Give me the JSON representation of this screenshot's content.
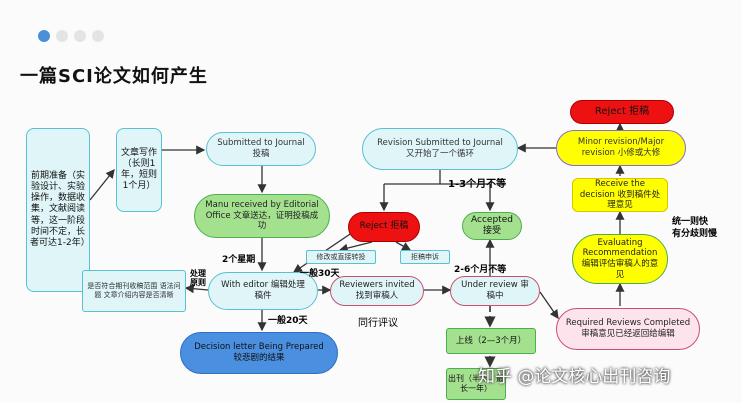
{
  "title": "一篇SCI论文如何产生",
  "boxes": {
    "prep": "前期准备（实验设计、实验操作，数据收集，文献阅读等，这一阶段时间不定，长者可达1-2年）",
    "writing": "文章写作（长则1年，短则1个月）",
    "submitted": "Submitted to Journal 投稿",
    "manu_received": "Manu received by Editorial Office 文章送达，证明投稿成功",
    "with_editor": "With editor 编辑处理稿件",
    "decision_letter": "Decision letter Being Prepared 较悲剧的结果",
    "reviewers_invited": "Reviewers invited 找到审稿人",
    "under_review": "Under review 审稿中",
    "required_reviews": "Required Reviews Completed 审稿意见已经返回给编辑",
    "evaluating": "Evaluating Recommendation 编辑评估审稿人的意见",
    "receive_decision": "Receive the decision 收到稿件处理意见",
    "minor_major": "Minor revision/Major revision 小修或大修",
    "reject_top": "Reject 拒稿",
    "revision_submitted": "Revision Submitted to Journal 又开始了一个循环",
    "reject_mid": "Reject 拒稿",
    "accepted": "Accepted 接受",
    "modify": "修改或直接转投",
    "refuse_appeal": "拒稿申诉",
    "check_box": "是否符合期刊收稿范围 语法问题 文章介绍内容是否清晰",
    "online": "上线（2—3个月）",
    "publish": "出刊（半年，最长一年）"
  },
  "labels": {
    "two_weeks": "2个星期",
    "process_principle": "处理原则",
    "thirty_days": "一般30天",
    "twenty_days": "一般20天",
    "peer_review": "同行评议",
    "one_to_three": "1-3个月不等",
    "two_to_six": "2-6个月不等",
    "one_is_quick": "统一则快",
    "divergence_slow": "有分歧则慢"
  },
  "watermark": "知乎 @论文核心出刊咨询",
  "colors": {
    "cyan_fill": "#dff5f8",
    "cyan_border": "#59c0d0",
    "green_fill": "#a4e18e",
    "green_border": "#4cae4c",
    "blue_fill": "#4a8fe0",
    "red_fill": "#ee1111",
    "yellow_fill": "#ffff00",
    "pink_fill": "#fde4ec",
    "pink_border": "#c7506f",
    "accent_dot": "#4a90d9"
  }
}
